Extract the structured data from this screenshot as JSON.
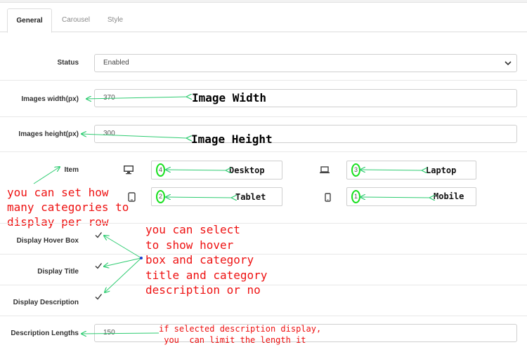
{
  "tabs": [
    {
      "label": "General",
      "active": true
    },
    {
      "label": "Carousel",
      "active": false
    },
    {
      "label": "Style",
      "active": false
    }
  ],
  "status": {
    "label": "Status",
    "value": "Enabled"
  },
  "images_width": {
    "label": "Images width(px)",
    "value": "370",
    "annotation": "Image Width"
  },
  "images_height": {
    "label": "Images height(px)",
    "value": "300",
    "annotation": "Image Height"
  },
  "item": {
    "label": "Item",
    "devices": [
      {
        "icon": "desktop-icon",
        "count": "4",
        "annotation": "Desktop"
      },
      {
        "icon": "laptop-icon",
        "count": "3",
        "annotation": "Laptop"
      },
      {
        "icon": "tablet-icon",
        "count": "2",
        "annotation": "Tablet"
      },
      {
        "icon": "mobile-icon",
        "count": "1",
        "annotation": "Mobile"
      }
    ],
    "annotation": "you can set how\nmany categories to\ndisplay per row"
  },
  "display_hover_box": {
    "label": "Display Hover Box",
    "checked": true
  },
  "display_title": {
    "label": "Display Title",
    "checked": true
  },
  "display_description": {
    "label": "Display Description",
    "checked": true
  },
  "display_annotation": "you can select\nto show hover\nbox and category\ntitle and category\ndescription or no",
  "description_lengths": {
    "label": "Description Lengths",
    "value": "150",
    "annotation": "if selected description display,\n you  can limit the length it"
  },
  "colors": {
    "annotation_red": "#ee1111",
    "annotation_green": "#18e01e",
    "arrow_green": "#2ecc71"
  }
}
